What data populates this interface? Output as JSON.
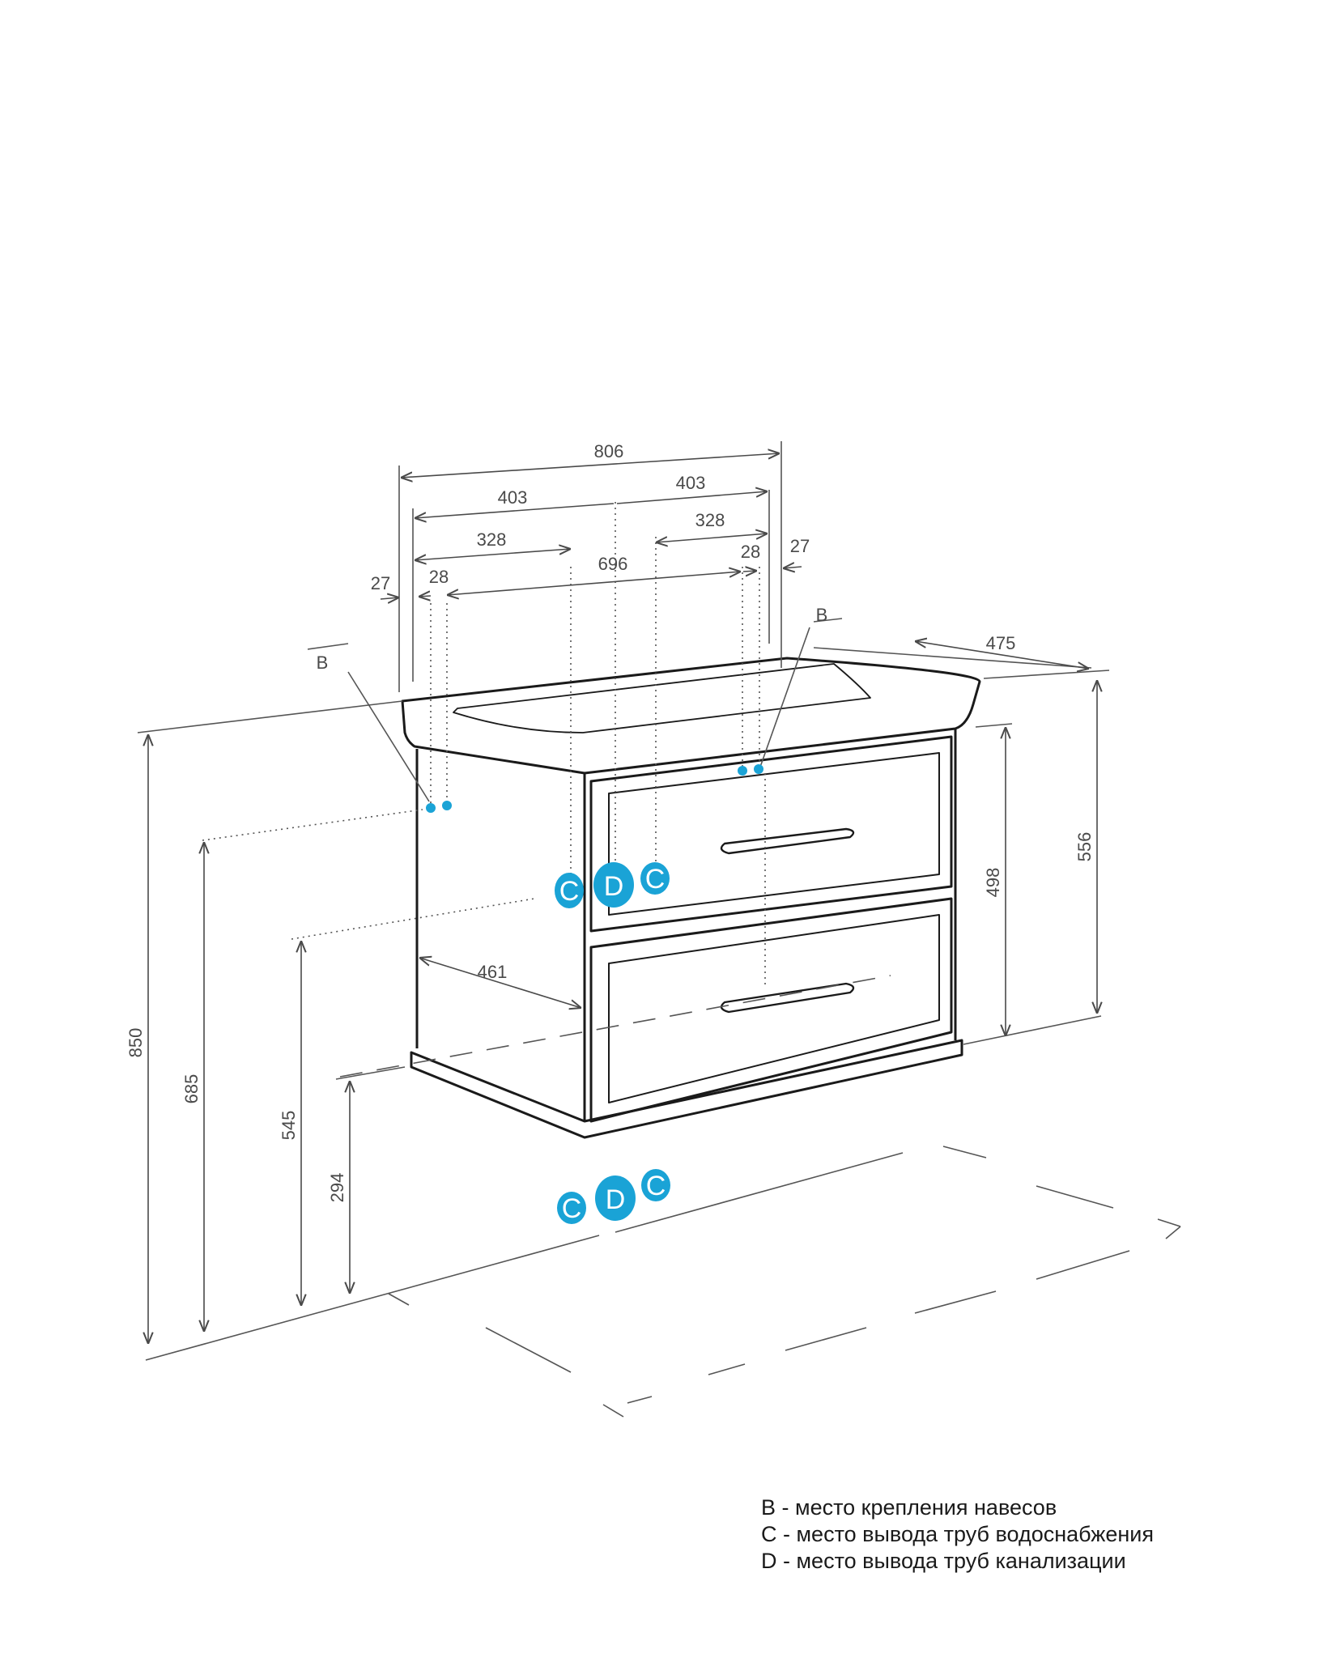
{
  "dimensions": {
    "overall_width": "806",
    "half_left": "403",
    "half_right": "403",
    "inner_left": "328",
    "inner_right": "328",
    "mount_span": "696",
    "edge_left": "27",
    "edge_right": "27",
    "mount_offset_left": "28",
    "mount_offset_right": "28",
    "depth_top": "475",
    "depth_side": "461",
    "height_overall": "850",
    "height_mount": "685",
    "height_pipe_c": "545",
    "height_pipe_d": "294",
    "cabinet_height": "498",
    "basin_height": "556"
  },
  "markers": {
    "b": "B",
    "c": "C",
    "d": "D"
  },
  "legend": [
    "B - место крепления навесов",
    "C - место вывода труб водоснабжения",
    "D - место вывода труб канализации"
  ],
  "colors": {
    "line": "#1a1a1a",
    "dimension": "#4a4a4a",
    "marker": "#1aa3d6"
  }
}
